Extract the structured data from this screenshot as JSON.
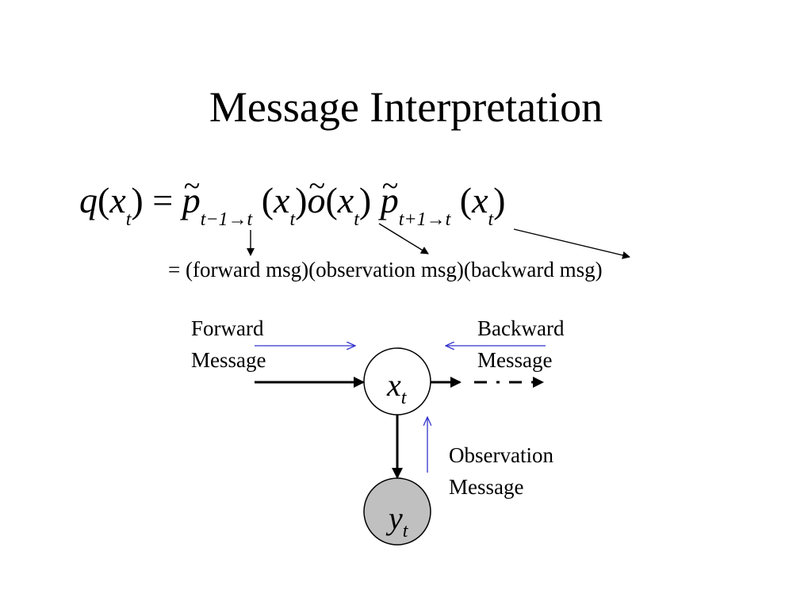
{
  "title": "Message Interpretation",
  "equation": {
    "lhs_fn": "q",
    "var": "x",
    "sub_t": "t",
    "forward_sub": "t−1→t",
    "backward_sub": "t+1→t",
    "p": "p",
    "o": "o"
  },
  "meaning": "= (forward msg)(observation msg)(backward msg)",
  "labels": {
    "forward": [
      "Forward",
      "Message"
    ],
    "backward": [
      "Backward",
      "Message"
    ],
    "observation": [
      "Observation",
      "Message"
    ]
  },
  "nodes": {
    "x": {
      "symbol": "x",
      "sub": "t",
      "fill": "#ffffff"
    },
    "y": {
      "symbol": "y",
      "sub": "t",
      "fill": "#c0c0c0"
    }
  },
  "colors": {
    "message_arrow": "#3333cc",
    "edge": "#000000"
  }
}
